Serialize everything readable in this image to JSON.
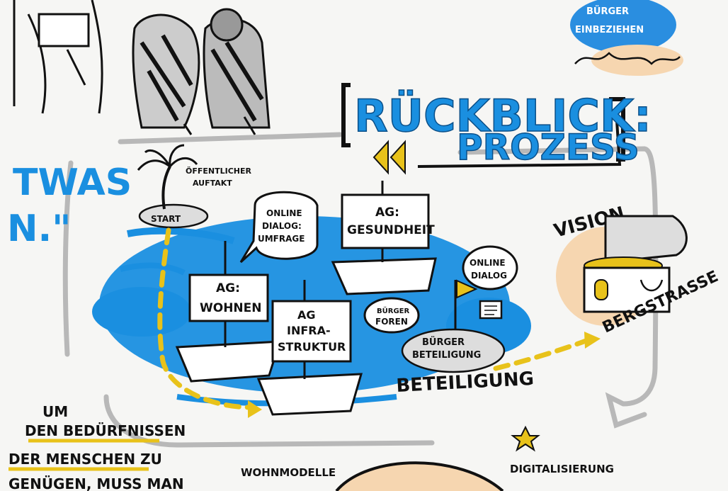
{
  "title": {
    "line1": "RÜCKBLICK:",
    "line2": "PROZESS"
  },
  "left_fragment": {
    "line1": "TWAS",
    "line2": "N.\""
  },
  "top_badge": {
    "line1": "BÜRGER",
    "line2": "EINBEZIEHEN"
  },
  "island": {
    "label": "START",
    "caption_line1": "ÖFFENTLICHER",
    "caption_line2": "AUFTAKT"
  },
  "speech_online_umfrage": {
    "line1": "ONLINE",
    "line2": "DIALOG:",
    "line3": "UMFRAGE"
  },
  "speech_online_dialog": {
    "line1": "ONLINE",
    "line2": "DIALOG"
  },
  "speech_foren": {
    "line1": "BÜRGER",
    "line2": "FOREN"
  },
  "ships": {
    "wohnen": {
      "line1": "AG:",
      "line2": "WOHNEN"
    },
    "infra": {
      "line1": "AG",
      "line2": "INFRA-",
      "line3": "STRUKTUR"
    },
    "gesundheit": {
      "line1": "AG:",
      "line2": "GESUNDHEIT"
    }
  },
  "buerger_beteiligung": {
    "line1": "BÜRGER",
    "line2": "BETEILIGUNG"
  },
  "beteiligung": "BETEILIGUNG",
  "vision": "VISION",
  "bergstrasse": "BERGSTRASSE",
  "bottom_text": {
    "line1": "UM",
    "line2": "DEN BEDÜRFNISSEN",
    "line3": "DER MENSCHEN ZU",
    "line4": "GENÜGEN, MUSS MAN"
  },
  "wohnmodelle": "WOHNMODELLE",
  "digitalisierung": "DIGITALISIERUNG",
  "colors": {
    "blue": "#1a8fe0",
    "yellow": "#e8c21a",
    "orange": "#f3c79a",
    "grey": "#b8b8b8",
    "ink": "#111111"
  }
}
